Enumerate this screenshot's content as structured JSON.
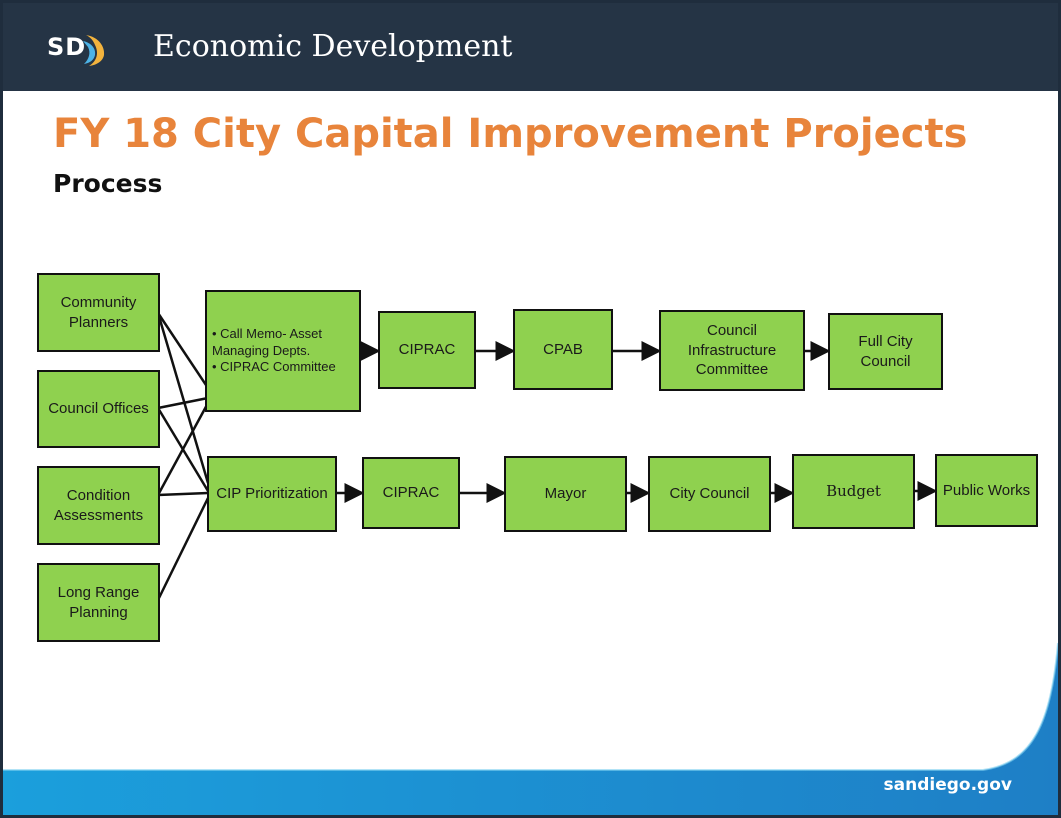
{
  "header": {
    "logo_text": "SD",
    "app_title": "Economic Development"
  },
  "slide": {
    "title": "FY 18 City Capital Improvement Projects",
    "subtitle": "Process"
  },
  "diagram": {
    "sources": [
      {
        "label": "Community Planners"
      },
      {
        "label": "Council Offices"
      },
      {
        "label": "Condition Assessments"
      },
      {
        "label": "Long Range Planning"
      }
    ],
    "top_row": [
      {
        "label": "• Call Memo- Asset Managing Depts.\n• CIPRAC Committee"
      },
      {
        "label": "CIPRAC"
      },
      {
        "label": "CPAB"
      },
      {
        "label": "Council Infrastructure Committee"
      },
      {
        "label": "Full City Council"
      }
    ],
    "bottom_row": [
      {
        "label": "CIP Prioritization"
      },
      {
        "label": "CIPRAC"
      },
      {
        "label": "Mayor"
      },
      {
        "label": "City Council"
      },
      {
        "label": "Budget"
      },
      {
        "label": "Public Works"
      }
    ]
  },
  "colors": {
    "header_bg": "#253445",
    "title": "#e8843b",
    "box_fill": "#8fd14f",
    "footer_blue": "#1b9fdc"
  },
  "footer": {
    "site": "sandiego.gov"
  }
}
